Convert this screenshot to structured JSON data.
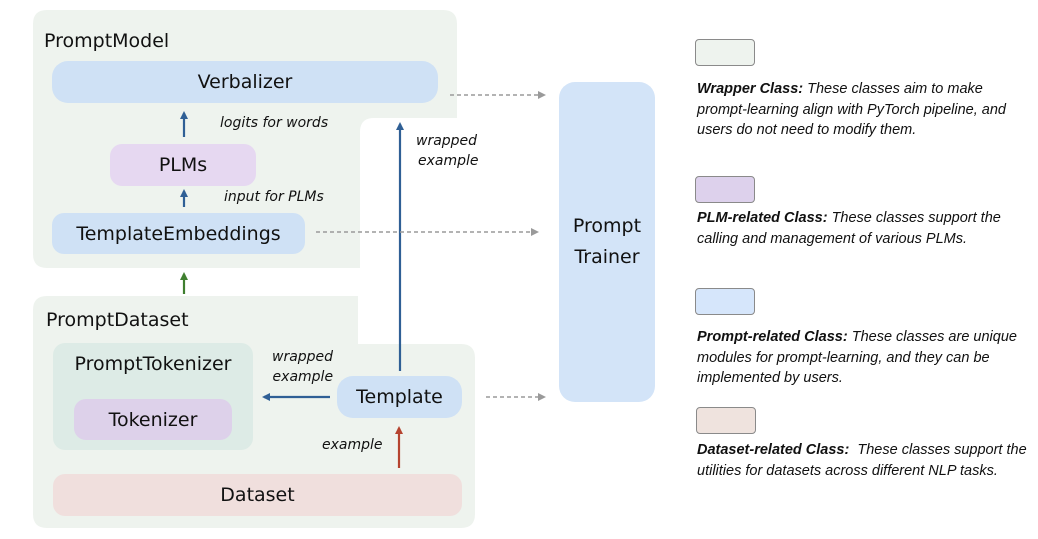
{
  "containers": {
    "prompt_model": {
      "title": "PromptModel"
    },
    "prompt_dataset": {
      "title": "PromptDataset"
    }
  },
  "modules": {
    "verbalizer": "Verbalizer",
    "plms": "PLMs",
    "template_embeddings": "TemplateEmbeddings",
    "prompt_tokenizer": "PromptTokenizer",
    "tokenizer": "Tokenizer",
    "template": "Template",
    "dataset": "Dataset",
    "prompt_trainer_line1": "Prompt",
    "prompt_trainer_line2": "Trainer"
  },
  "edges": [
    {
      "from": "plms",
      "to": "verbalizer",
      "label": "logits for words",
      "color": "#2f5f95",
      "style": "solid"
    },
    {
      "from": "template_embeddings",
      "to": "plms",
      "label": "input for PLMs",
      "color": "#2f5f95",
      "style": "solid"
    },
    {
      "from": "prompt_dataset",
      "to": "prompt_model",
      "label": "",
      "color": "#3f7f2f",
      "style": "solid"
    },
    {
      "from": "template",
      "to": "prompt_model",
      "label": "wrapped example",
      "color": "#2f5f95",
      "style": "solid"
    },
    {
      "from": "template",
      "to": "prompt_tokenizer",
      "label": "wrapped example",
      "color": "#2f5f95",
      "style": "solid"
    },
    {
      "from": "dataset",
      "to": "template",
      "label": "example",
      "color": "#b5432f",
      "style": "solid"
    },
    {
      "from": "verbalizer",
      "to": "prompt_trainer",
      "label": "",
      "color": "#9a9a9a",
      "style": "dashed"
    },
    {
      "from": "template_embeddings",
      "to": "prompt_trainer",
      "label": "",
      "color": "#9a9a9a",
      "style": "dashed"
    },
    {
      "from": "template",
      "to": "prompt_trainer",
      "label": "",
      "color": "#9a9a9a",
      "style": "dashed"
    }
  ],
  "edge_labels": {
    "logits_for_words": "logits for words",
    "input_for_plms": "input for PLMs",
    "wrapped_example_up_1": "wrapped",
    "wrapped_example_up_2": "example",
    "wrapped_example_left_1": "wrapped",
    "wrapped_example_left_2": "example",
    "example": "example"
  },
  "colors": {
    "wrapper": "#eef3ee",
    "plm": "#e6d8f1",
    "prompt": "#cfe1f5",
    "dataset": "#f0dfdd",
    "tokenizer_group": "#ddebe6",
    "arrow_blue": "#2f5f95",
    "arrow_green": "#3f7f2f",
    "arrow_red": "#b5432f",
    "arrow_dashed": "#9a9a9a"
  },
  "legend": [
    {
      "name": "Wrapper Class:",
      "description": " These classes aim to make prompt-learning align with PyTorch pipeline, and users do not need to modify them.",
      "swatch": "#eef3ee"
    },
    {
      "name": "PLM-related Class:",
      "description": " These classes support the calling and management of various PLMs.",
      "swatch": "#ddd1ec"
    },
    {
      "name": "Prompt-related Class:",
      "description": " These classes are unique modules for prompt-learning, and they can be implemented by users.",
      "swatch": "#d6e6fb"
    },
    {
      "name": "Dataset-related Class:",
      "description": "  These classes support the utilities for datasets across different NLP tasks.",
      "swatch": "#efe3de"
    }
  ]
}
